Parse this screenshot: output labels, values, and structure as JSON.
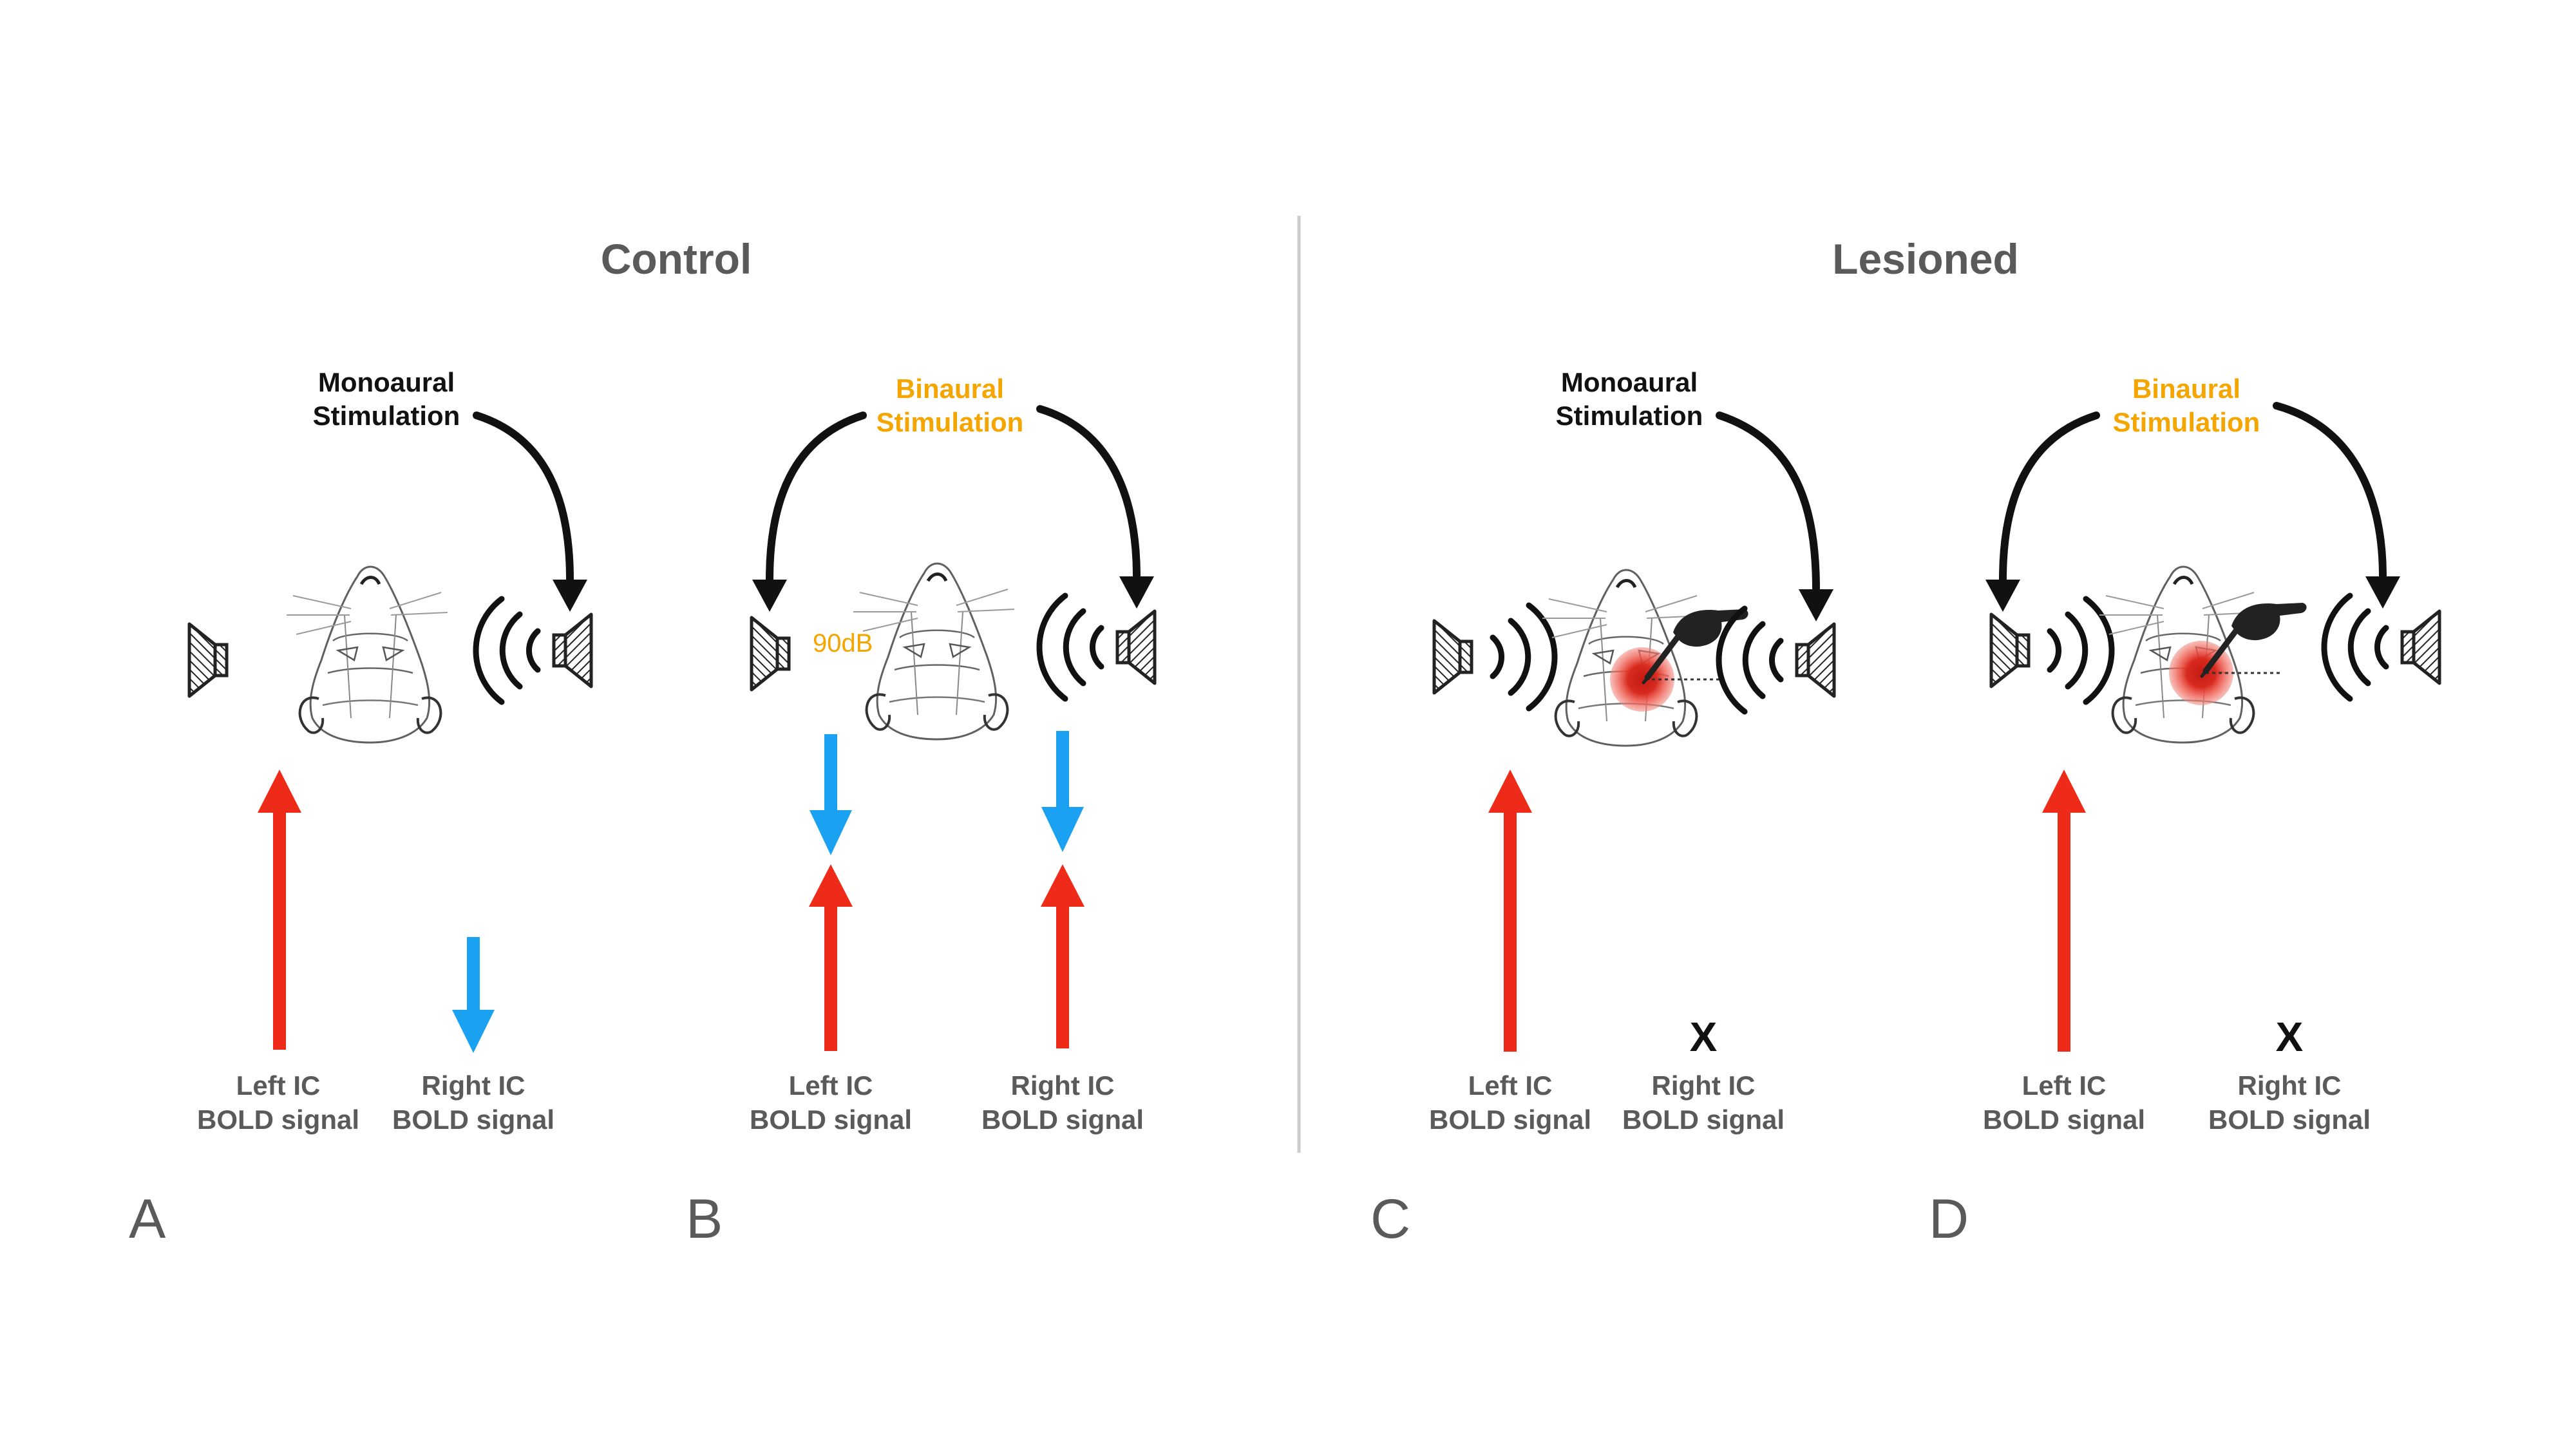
{
  "sections": {
    "control": "Control",
    "lesioned": "Lesioned"
  },
  "panels": [
    {
      "id": "A",
      "letter": "A",
      "stim_line1": "Monoaural",
      "stim_line2": "Stimulation",
      "stim_color": "#111111",
      "left_ic": {
        "line1": "Left IC",
        "line2": "BOLD signal",
        "bold_change": "increase"
      },
      "right_ic": {
        "line1": "Right IC",
        "line2": "BOLD signal",
        "bold_change": "decrease"
      }
    },
    {
      "id": "B",
      "letter": "B",
      "stim_line1": "Binaural",
      "stim_line2": "Stimulation",
      "stim_color": "#f5a500",
      "level": "90dB",
      "left_ic": {
        "line1": "Left IC",
        "line2": "BOLD signal",
        "bold_change": "decrease + increase"
      },
      "right_ic": {
        "line1": "Right IC",
        "line2": "BOLD signal",
        "bold_change": "decrease + increase"
      }
    },
    {
      "id": "C",
      "letter": "C",
      "stim_line1": "Monoaural",
      "stim_line2": "Stimulation",
      "stim_color": "#111111",
      "left_ic": {
        "line1": "Left IC",
        "line2": "BOLD signal",
        "bold_change": "increase"
      },
      "right_ic": {
        "line1": "Right IC",
        "line2": "BOLD signal",
        "bold_change": "none",
        "mark": "X"
      }
    },
    {
      "id": "D",
      "letter": "D",
      "stim_line1": "Binaural",
      "stim_line2": "Stimulation",
      "stim_color": "#f5a500",
      "left_ic": {
        "line1": "Left IC",
        "line2": "BOLD signal",
        "bold_change": "increase"
      },
      "right_ic": {
        "line1": "Right IC",
        "line2": "BOLD signal",
        "bold_change": "none",
        "mark": "X"
      }
    }
  ],
  "colors": {
    "increase": "#ee2a19",
    "decrease": "#1ba1f2",
    "binaural": "#f5a500",
    "lesion": "#e8392c",
    "title": "#5a5a5a",
    "divider": "#cccccc"
  },
  "icons": [
    "speaker-icon",
    "sound-wave-icon",
    "rat-head-icon",
    "lesion-marker-icon",
    "scalpel-hand-icon"
  ]
}
